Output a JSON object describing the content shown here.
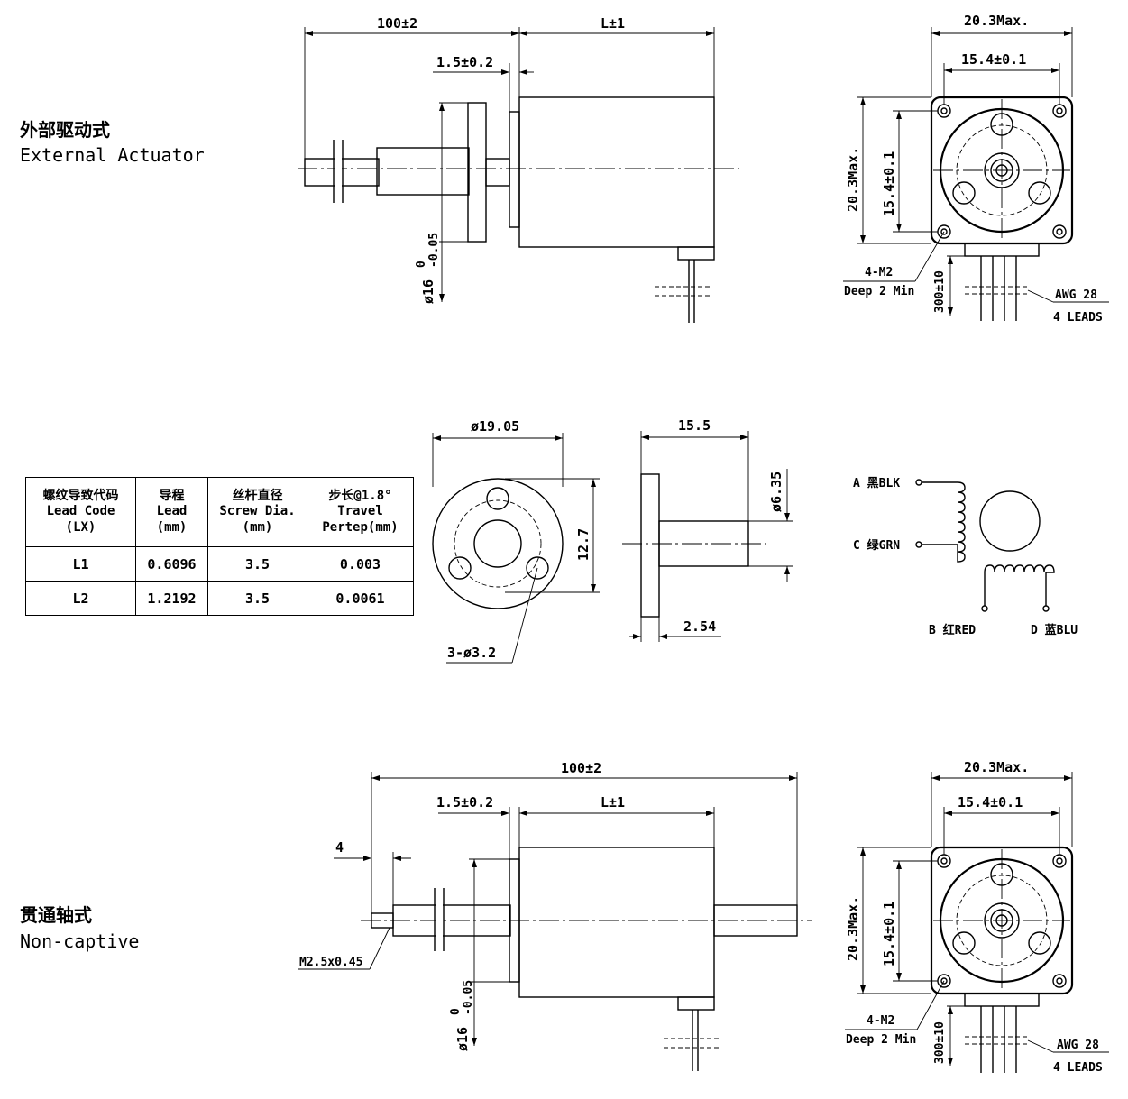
{
  "sections": {
    "external": {
      "title_cn": "外部驱动式",
      "title_en": "External Actuator"
    },
    "noncaptive": {
      "title_cn": "贯通轴式",
      "title_en": "Non-captive"
    }
  },
  "dims": {
    "d100": "100±2",
    "dL": "L±1",
    "d15": "1.5±0.2",
    "d203": "20.3Max.",
    "d154": "15.4±0.1",
    "dia16": "ø16",
    "tol16a": "0",
    "tol16b": "-0.05",
    "m2": "4-M2",
    "deep": "Deep 2 Min",
    "d300": "300±10",
    "awg": "AWG 28",
    "leads": "4 LEADS",
    "dia1905": "ø19.05",
    "d127": "12.7",
    "holes": "3-ø3.2",
    "d155": "15.5",
    "dia635": "ø6.35",
    "d254": "2.54",
    "d4": "4",
    "thread": "M2.5x0.45"
  },
  "wiring": {
    "a": "A 黑BLK",
    "c": "C 绿GRN",
    "b": "B 红RED",
    "d": "D 蓝BLU"
  },
  "table": {
    "headers": [
      [
        "螺纹导致代码",
        "Lead Code",
        "(LX)"
      ],
      [
        "导程",
        "Lead",
        "(mm)"
      ],
      [
        "丝杆直径",
        "Screw Dia.",
        "(mm)"
      ],
      [
        "步长@1.8°",
        "Travel",
        "Pertep(mm)"
      ]
    ],
    "rows": [
      [
        "L1",
        "0.6096",
        "3.5",
        "0.003"
      ],
      [
        "L2",
        "1.2192",
        "3.5",
        "0.0061"
      ]
    ]
  }
}
